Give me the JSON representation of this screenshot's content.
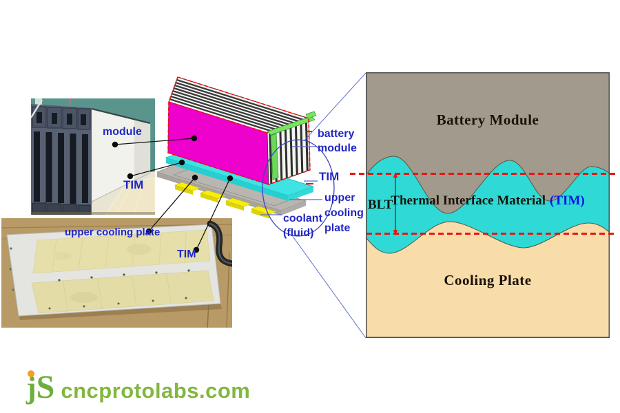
{
  "photo_module": {
    "module_label": "module",
    "tim_label": "TIM"
  },
  "photo_cooling_plate": {
    "plate_label": "upper cooling plate",
    "tim_label": "TIM"
  },
  "exploded_view": {
    "labels": {
      "battery_module": [
        "battery",
        "module"
      ],
      "tim": "TIM",
      "upper_cooling_plate": [
        "upper",
        "cooling",
        "plate"
      ],
      "coolant": [
        "coolant",
        "(fluid)"
      ]
    },
    "colors": {
      "module_face": "#ee00cd",
      "tim_layer": "#3fe3e3",
      "cooling_plate": "#b9b6b1",
      "coolant_channels": "#f8ee0c",
      "module_outline": "#f01010",
      "label_text": "#2227c3"
    }
  },
  "cross_section": {
    "battery_module_label": "Battery Module",
    "tim_label": "Thermal Interface Material",
    "tim_abbrev": "(TIM)",
    "blt_label": "BLT",
    "cooling_plate_label": "Cooling Plate",
    "colors": {
      "battery_module": "#a29a8c",
      "tim": "#2fd9d6",
      "cooling_plate": "#f8dcaa",
      "dashed_marker": "#e81510",
      "tim_abbrev_text": "#0513e8"
    }
  },
  "branding": {
    "logo_j": "j",
    "logo_s": "S",
    "domain": "cncprotolabs.com"
  }
}
